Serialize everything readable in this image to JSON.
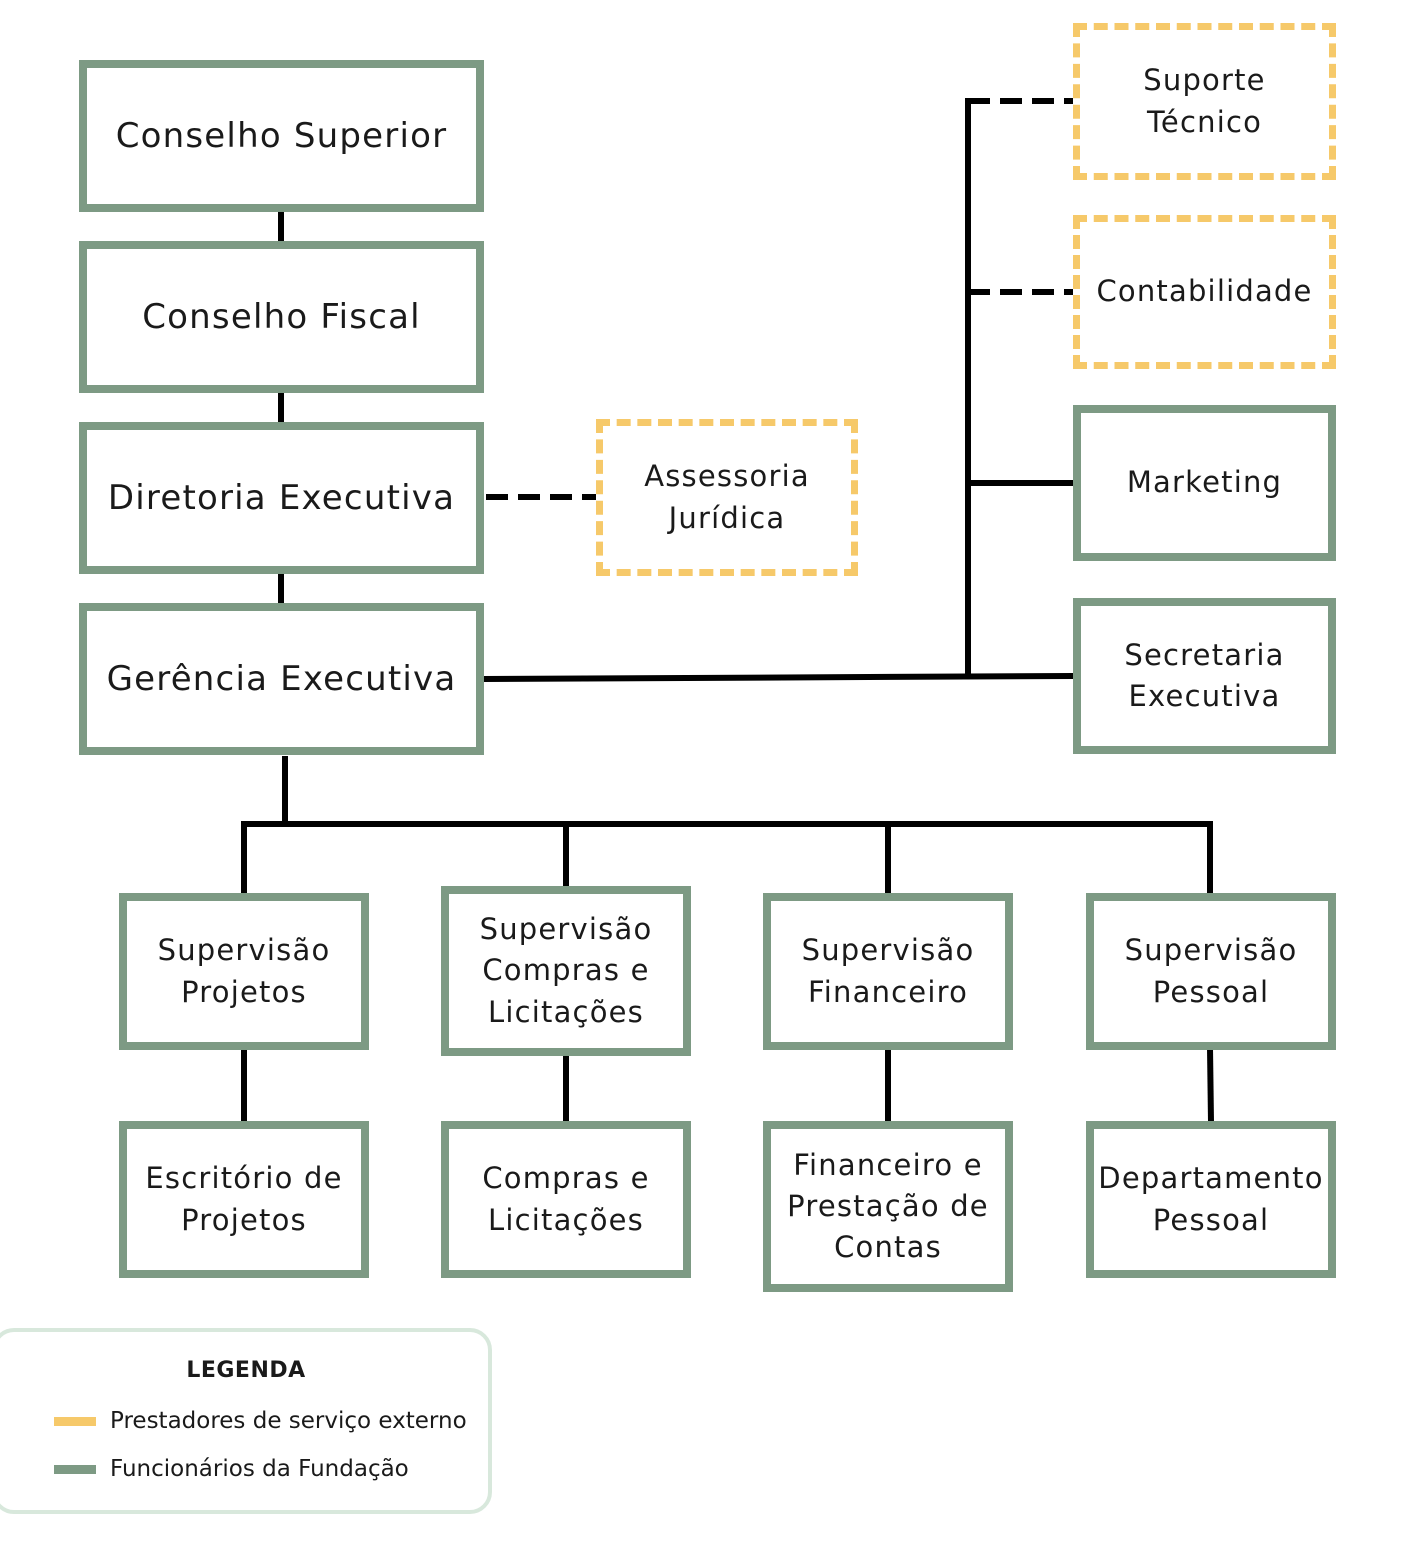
{
  "colors": {
    "internal": "#7d9a84",
    "external": "#f6c96a",
    "line": "#000000"
  },
  "boxes": {
    "conselho_superior": "Conselho Superior",
    "conselho_fiscal": "Conselho Fiscal",
    "diretoria_executiva": "Diretoria Executiva",
    "gerencia_executiva": "Gerência Executiva",
    "assessoria_juridica": "Assessoria\nJurídica",
    "suporte_tecnico": "Suporte\nTécnico",
    "contabilidade": "Contabilidade",
    "marketing": "Marketing",
    "secretaria_executiva": "Secretaria\nExecutiva",
    "supervisao_projetos": "Supervisão\nProjetos",
    "supervisao_compras": "Supervisão\nCompras e\nLicitações",
    "supervisao_financeiro": "Supervisão\nFinanceiro",
    "supervisao_pessoal": "Supervisão\nPessoal",
    "escritorio_projetos": "Escritório de\nProjetos",
    "compras_licitacoes": "Compras e\nLicitações",
    "financeiro_prestacao": "Financeiro e\nPrestação de\nContas",
    "departamento_pessoal": "Departamento\nPessoal"
  },
  "legend": {
    "title": "LEGENDA",
    "external": "Prestadores de serviço externo",
    "internal": "Funcionários da Fundação"
  }
}
